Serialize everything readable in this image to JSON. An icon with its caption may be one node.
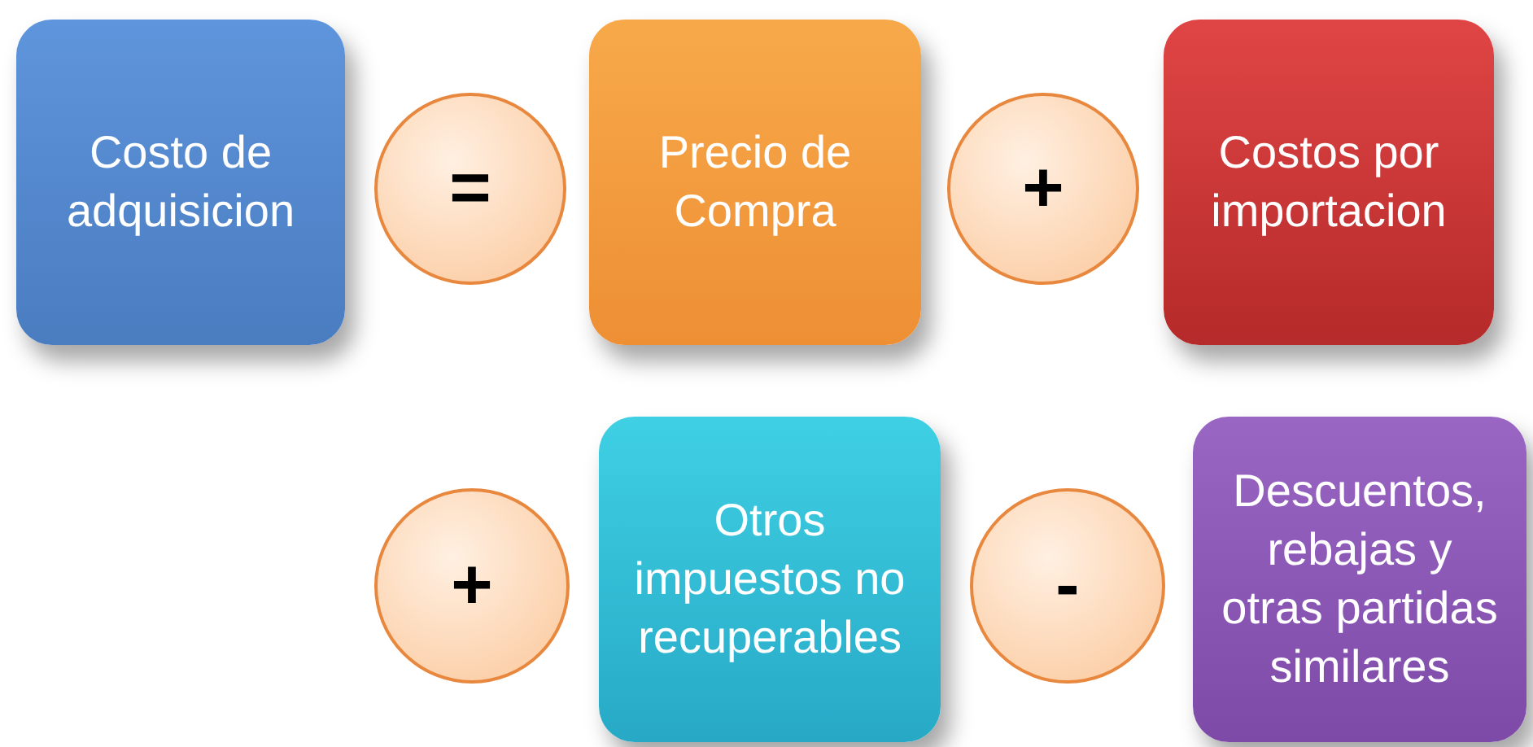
{
  "diagram": {
    "nodes": [
      {
        "text": [
          "Costo de adquisicion"
        ]
      },
      {
        "text": [
          "="
        ]
      },
      {
        "text": [
          "Precio de Compra"
        ]
      },
      {
        "text": [
          "+"
        ]
      },
      {
        "text": [
          "Costos por importacion"
        ]
      },
      {
        "text": [
          "+"
        ]
      },
      {
        "text": [
          "Otros impuestos no recuperables"
        ]
      },
      {
        "text": [
          "-"
        ]
      },
      {
        "text": [
          "Descuentos, rebajas y otras partidas similares"
        ]
      }
    ]
  }
}
